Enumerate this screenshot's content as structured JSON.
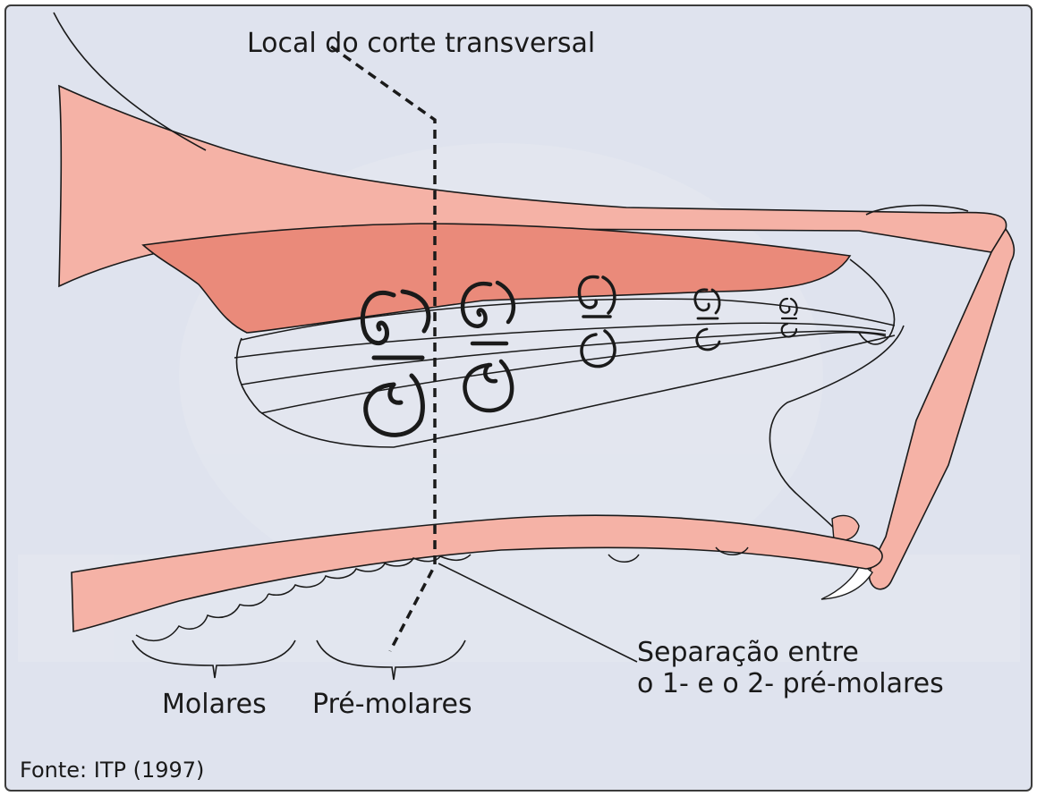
{
  "labels": {
    "cut_location": "Local do corte transversal",
    "separation_line1": "Separação entre",
    "separation_line2": "o 1- e o 2- pré-molares",
    "molars": "Molares",
    "premolars": "Pré-molares",
    "source": "Fonte: ITP (1997)"
  },
  "colors": {
    "background": "#dfe3ee",
    "bone_pink": "#f5b2a6",
    "shelf_dark_pink": "#ea8a7a",
    "outline": "#1a1a1a",
    "frame": "#3c3c3c"
  }
}
